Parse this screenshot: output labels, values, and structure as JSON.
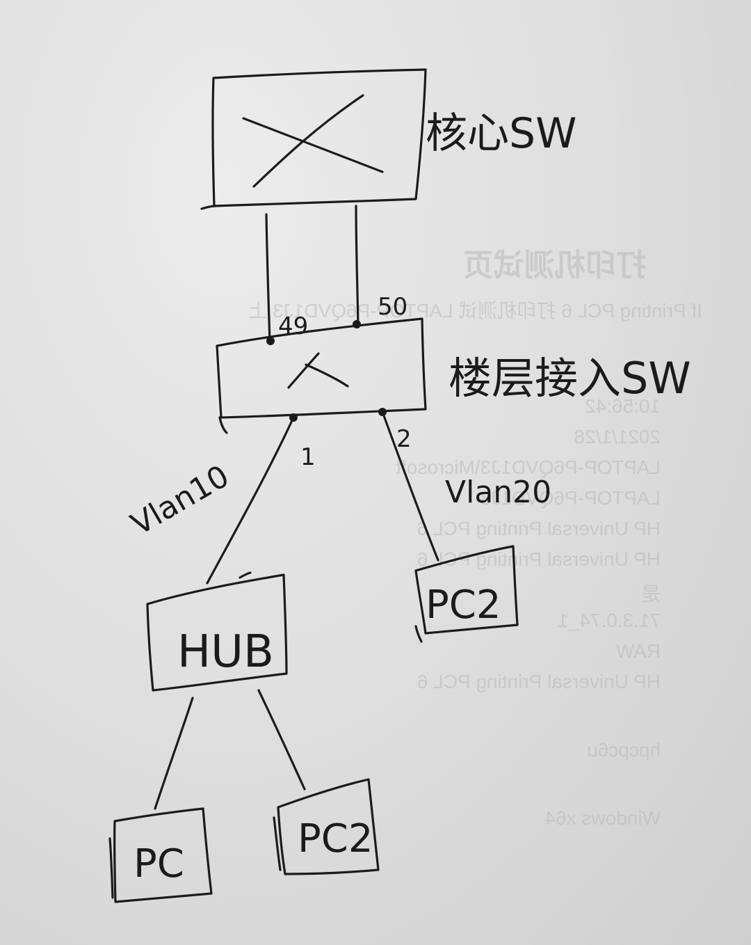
{
  "nodes": {
    "core_label": "核心SW",
    "access_label": "楼层接入SW",
    "hub": "HUB",
    "pc_right": "PC2",
    "pc_left": "PC",
    "pc_mid": "PC2"
  },
  "ports": {
    "p49": "49",
    "p50": "50",
    "p1": "1",
    "p2": "2"
  },
  "vlans": {
    "left": "Vlan10",
    "right": "Vlan20"
  },
  "bleed_through": [
    "打印机测试页",
    "If Printing PCL 6 打印机测试 LAPTOP-P6QVD1J3 上",
    "10:56:42",
    "2021/1/28",
    "LAPTOP-P6QVD1J3\\Microsoft",
    "LAPTOP-P6QVD1J3",
    "HP Universal Printing PCL 6",
    "HP Universal Printing PCL 6",
    "是",
    "71.3.0.74_1",
    "RAW",
    "HP Universal Printing PCL 6",
    "hpcpc6u",
    "Windows x64"
  ],
  "colors": {
    "ink": "#1b1b1b",
    "paper": "#e4e4e4",
    "bleed": "#b9b9b9"
  }
}
